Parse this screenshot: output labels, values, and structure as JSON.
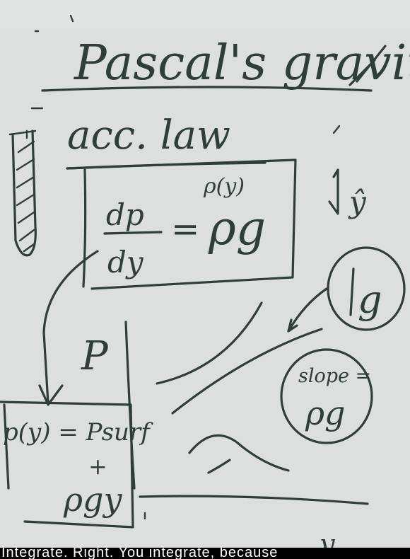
{
  "whiteboard": {
    "title": "Pascal's gravity",
    "subtitle": "acc. law",
    "equation": {
      "numerator": "dp",
      "denominator": "dy",
      "equals": "=",
      "rhs": "ρg",
      "note": "ρ(y)"
    },
    "axis_label": "ŷ",
    "g_label": "g",
    "p_label": "P",
    "solution": {
      "line1": "p(y) = Psurf",
      "plus": "+",
      "line2": "ρgy"
    },
    "slope": {
      "line1": "slope =",
      "line2": "ρg"
    },
    "y_label": "y"
  },
  "caption": {
    "text": "Integrate. Right. You integrate, because"
  },
  "colors": {
    "ink": "#2d3f36",
    "board": "#d9dcdb",
    "caption_bg": "#000000",
    "caption_text": "#ffffff"
  }
}
